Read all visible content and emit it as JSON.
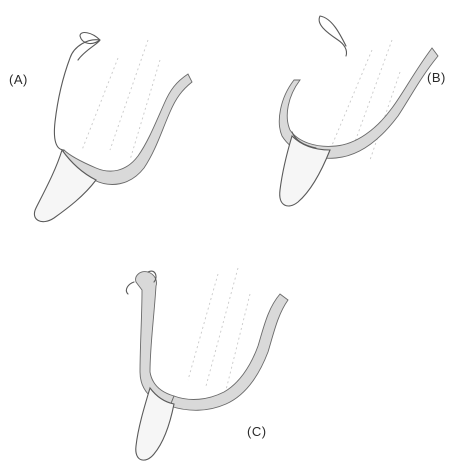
{
  "labels": {
    "a": "(A)",
    "b": "(B)",
    "c": "(C)"
  }
}
